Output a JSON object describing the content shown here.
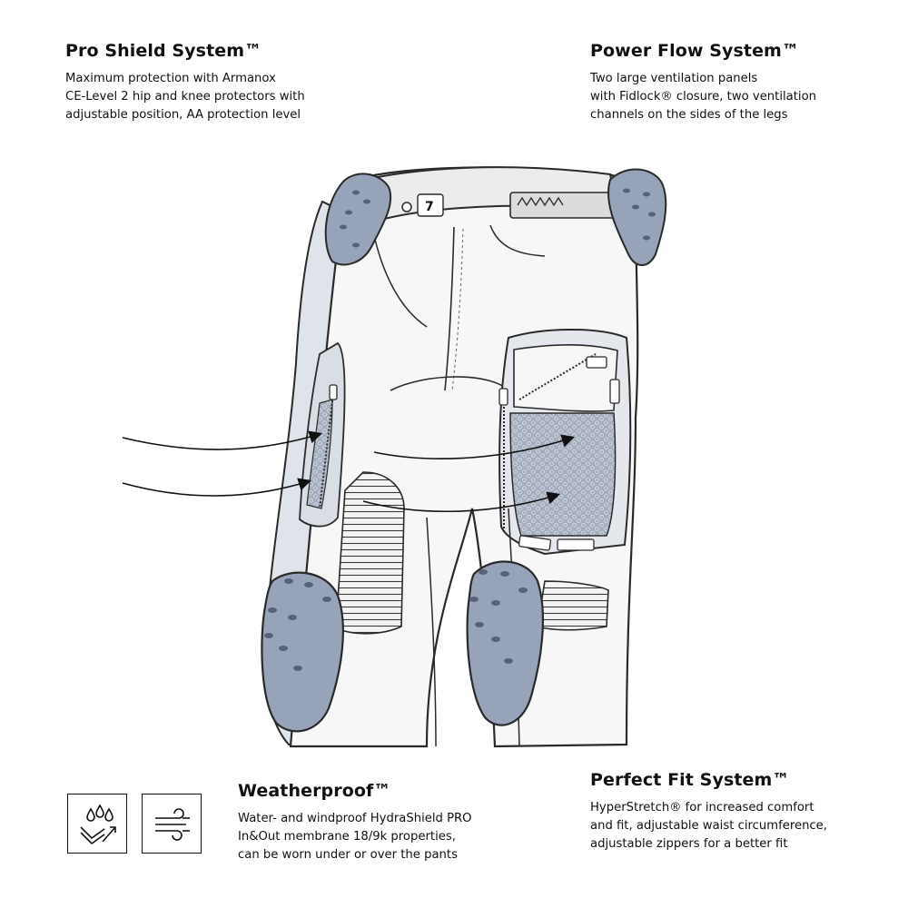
{
  "features": {
    "pro_shield": {
      "title": "Pro Shield System™",
      "lines": [
        "Maximum protection with Armanox",
        "CE-Level 2 hip and knee protectors with",
        "adjustable position, AA protection level"
      ]
    },
    "power_flow": {
      "title": "Power Flow System™",
      "lines": [
        "Two large ventilation panels",
        "with Fidlock® closure, two  ventilation",
        "channels on the sides of the legs"
      ]
    },
    "weatherproof": {
      "title": "Weatherproof™",
      "lines": [
        "Water- and windproof HydraShield PRO",
        "In&Out membrane 18/9k properties,",
        "can be worn under or over the pants"
      ]
    },
    "perfect_fit": {
      "title": "Perfect Fit System™",
      "lines": [
        "HyperStretch® for increased comfort",
        "and fit, adjustable waist circumference,",
        "adjustable zippers for a better fit"
      ]
    }
  },
  "icons": {
    "waterproof": "water-drops-icon",
    "windproof": "wind-icon"
  },
  "colors": {
    "text": "#111111",
    "outline": "#2a2a2a",
    "protector": "#97a3b8",
    "protector_dark": "#56617a",
    "garment": "#f7f7f7",
    "mesh": "#a5afbf",
    "side_panel": "#dfe3ea"
  }
}
